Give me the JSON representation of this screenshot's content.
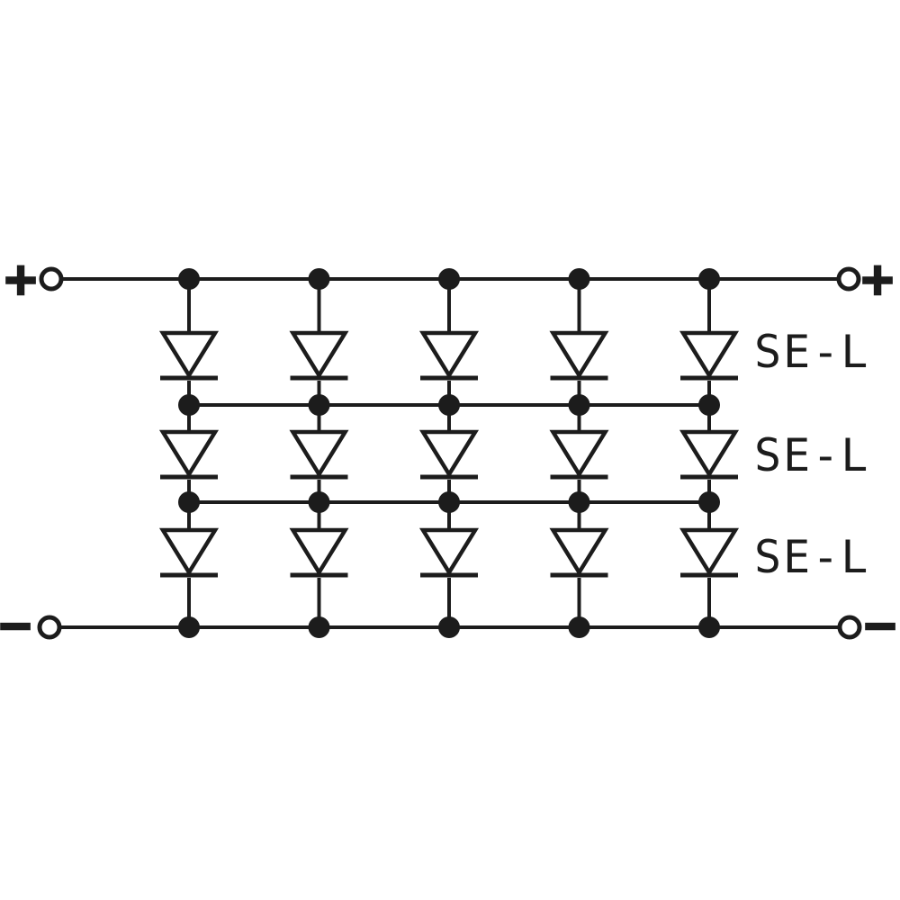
{
  "diagram": {
    "type": "circuit-schematic",
    "ink_color": "#1c1c1c",
    "background_color": "#ffffff",
    "terminals": {
      "top_left": "+",
      "top_right": "+",
      "bottom_left": "−",
      "bottom_right": "−"
    },
    "matrix": {
      "columns": 5,
      "rows": 3,
      "component": "diode"
    },
    "row_labels": [
      "SE-L",
      "SE-L",
      "SE-L"
    ]
  }
}
